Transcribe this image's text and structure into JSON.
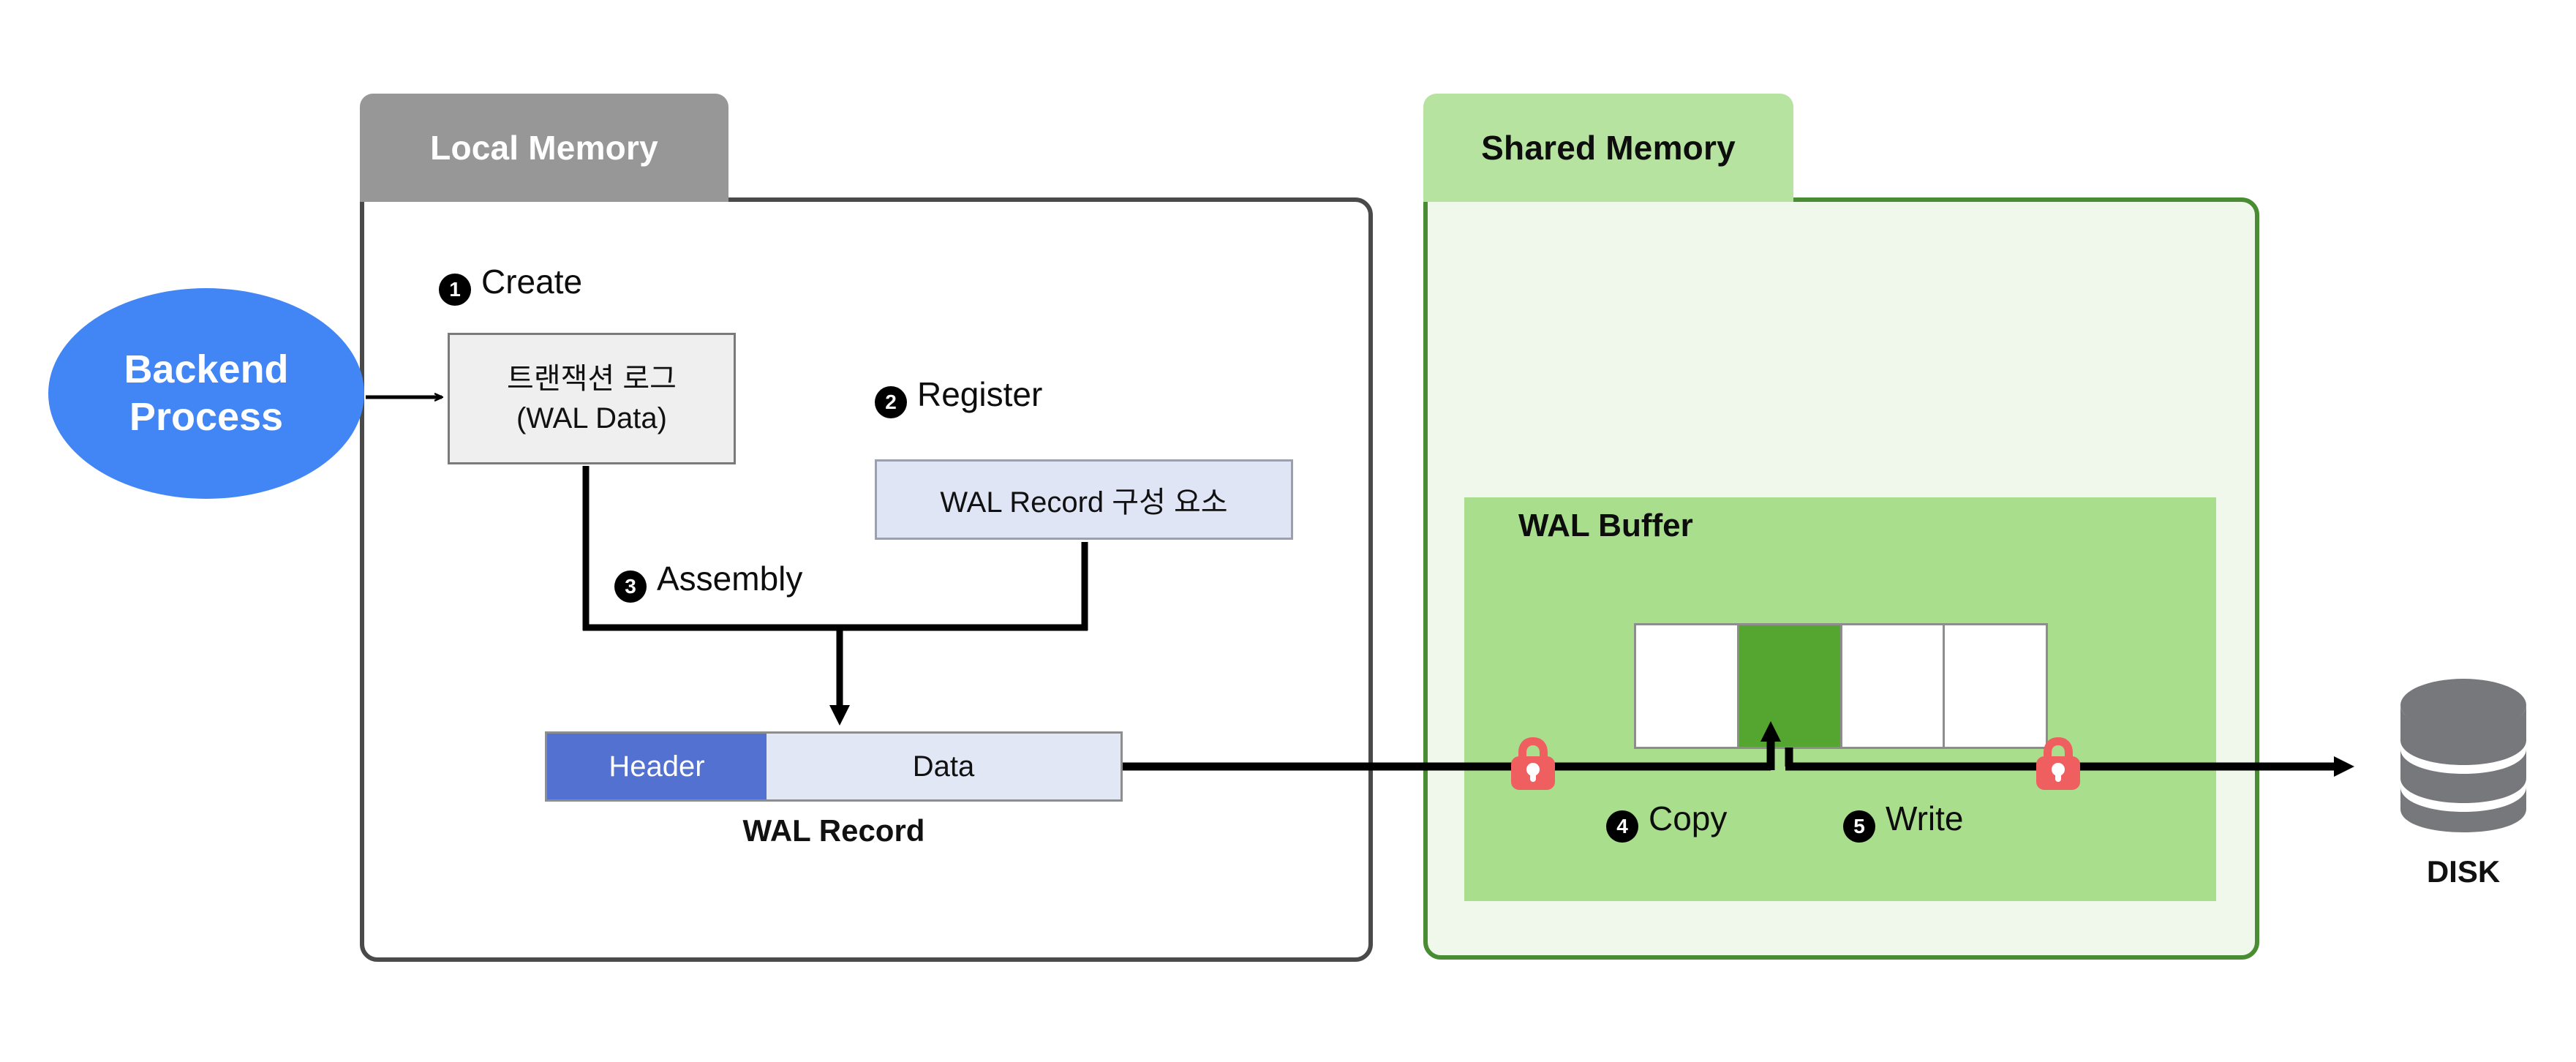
{
  "diagram": {
    "title_implicit": "PostgreSQL WAL write flow",
    "local_memory": {
      "tab_label": "Local Memory",
      "wal_data_box": {
        "line1": "트랜잭션 로그",
        "line2": "(WAL Data)"
      },
      "register_box": {
        "label": "WAL Record 구성 요소"
      },
      "wal_record": {
        "header_label": "Header",
        "data_label": "Data",
        "caption": "WAL Record"
      }
    },
    "shared_memory": {
      "tab_label": "Shared Memory",
      "wal_buffer": {
        "title": "WAL Buffer",
        "cells": [
          {
            "state": "empty"
          },
          {
            "state": "filled"
          },
          {
            "state": "empty"
          },
          {
            "state": "empty"
          }
        ]
      }
    },
    "backend_process": {
      "line1": "Backend",
      "line2": "Process"
    },
    "disk": {
      "label": "DISK",
      "icon": "database-cylinder-icon"
    },
    "steps": [
      {
        "num": "1",
        "glyph": "1",
        "label": "Create"
      },
      {
        "num": "2",
        "glyph": "2",
        "label": "Register"
      },
      {
        "num": "3",
        "glyph": "3",
        "label": "Assembly"
      },
      {
        "num": "4",
        "glyph": "4",
        "label": "Copy"
      },
      {
        "num": "5",
        "glyph": "5",
        "label": "Write"
      }
    ],
    "locks": [
      {
        "name": "copy-lock",
        "icon": "lock-icon"
      },
      {
        "name": "write-lock",
        "icon": "lock-icon"
      }
    ],
    "colors": {
      "backend_blue": "#4285f4",
      "local_tab_gray": "#979797",
      "local_border": "#4a4a4a",
      "shared_tab_green": "#b7e3a0",
      "shared_border": "#4a8c34",
      "shared_fill": "#f0f8ec",
      "wal_buffer_green": "#a8de8c",
      "buffer_filled_green": "#55a630",
      "header_blue": "#5271d0",
      "data_lavender": "#e2e7f5",
      "register_lavender": "#dfe5f4",
      "wal_data_gray": "#efefef",
      "lock_red": "#ef5f5f",
      "disk_gray": "#77787c",
      "connector_black": "#000000"
    }
  }
}
